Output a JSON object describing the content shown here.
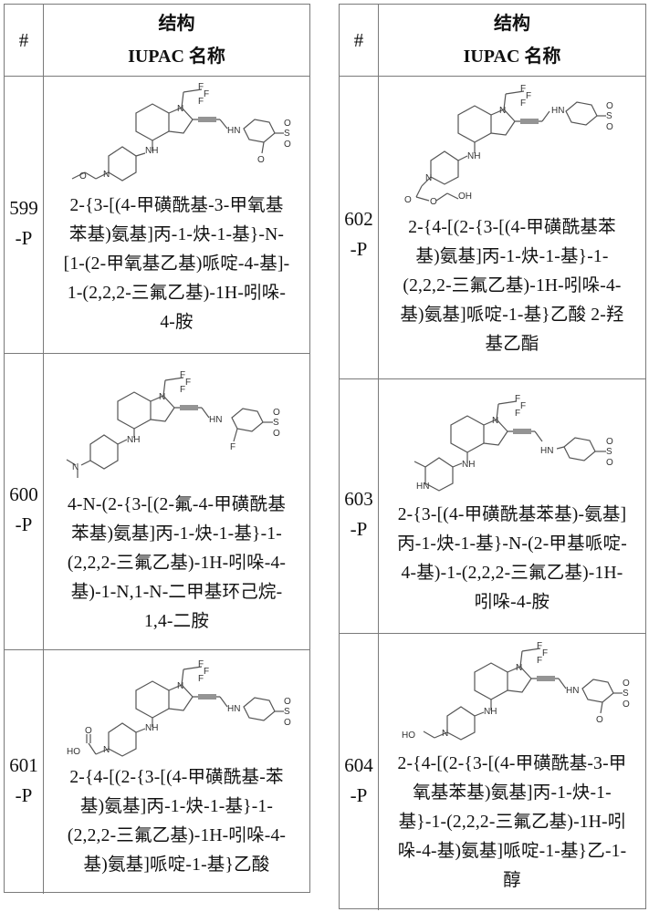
{
  "header": {
    "num_label": "#",
    "title_line1": "结构",
    "title_line2": "IUPAC 名称"
  },
  "left_table": {
    "rows": [
      {
        "id_lines": [
          "599",
          "-P"
        ],
        "structure_icon": "indole-propargylamine-methoxy-methylsulfonylphenyl-methoxyethylpiperidine-structure",
        "name_lines": [
          "2-{3-[(4-甲磺酰基-3-甲氧基",
          "苯基)氨基]丙-1-炔-1-基}-N-",
          "[1-(2-甲氧基乙基)哌啶-4-基]-",
          "1-(2,2,2-三氟乙基)-1H-吲哚-",
          "4-胺"
        ]
      },
      {
        "id_lines": [
          "600",
          "-P"
        ],
        "structure_icon": "indole-propargylamine-fluoro-methylsulfonylphenyl-dimethylaminocyclohexyl-structure",
        "name_lines": [
          "4-N-(2-{3-[(2-氟-4-甲磺酰基",
          "苯基)氨基]丙-1-炔-1-基}-1-",
          "(2,2,2-三氟乙基)-1H-吲哚-4-",
          "基)-1-N,1-N-二甲基环己烷-",
          "1,4-二胺"
        ]
      },
      {
        "id_lines": [
          "601",
          "-P"
        ],
        "structure_icon": "indole-propargylamine-methylsulfonylphenyl-piperidinylacetic-acid-structure",
        "name_lines": [
          "2-{4-[(2-{3-[(4-甲磺酰基-苯",
          "基)氨基]丙-1-炔-1-基}-1-",
          "(2,2,2-三氟乙基)-1H-吲哚-4-",
          "基)氨基]哌啶-1-基}乙酸"
        ]
      }
    ]
  },
  "right_table": {
    "rows": [
      {
        "id_lines": [
          "602",
          "-P"
        ],
        "structure_icon": "indole-propargylamine-methylsulfonylphenyl-piperidinylacetate-hydroxyethyl-ester-structure",
        "name_lines": [
          "2-{4-[(2-{3-[(4-甲磺酰基苯",
          "基)氨基]丙-1-炔-1-基}-1-",
          "(2,2,2-三氟乙基)-1H-吲哚-4-",
          "基)氨基]哌啶-1-基}乙酸 2-羟",
          "基乙酯"
        ]
      },
      {
        "id_lines": [
          "603",
          "-P"
        ],
        "structure_icon": "indole-propargylamine-methylsulfonylphenyl-methylpiperidine-structure",
        "name_lines": [
          "2-{3-[(4-甲磺酰基苯基)-氨基]",
          "丙-1-炔-1-基}-N-(2-甲基哌啶-",
          "4-基)-1-(2,2,2-三氟乙基)-1H-",
          "吲哚-4-胺"
        ]
      },
      {
        "id_lines": [
          "604",
          "-P"
        ],
        "structure_icon": "indole-propargylamine-methoxy-methylsulfonylphenyl-hydroxyethylpiperidine-structure",
        "name_lines": [
          "2-{4-[(2-{3-[(4-甲磺酰基-3-甲",
          "氧基苯基)氨基]丙-1-炔-1-",
          "基}-1-(2,2,2-三氟乙基)-1H-吲",
          "哚-4-基)氨基]哌啶-1-基}乙-1-",
          "醇"
        ]
      }
    ]
  },
  "structure_labels": {
    "F": "F",
    "N": "N",
    "NH": "NH",
    "HN": "HN",
    "S": "S",
    "O": "O",
    "OH": "OH",
    "HO": "HO"
  }
}
